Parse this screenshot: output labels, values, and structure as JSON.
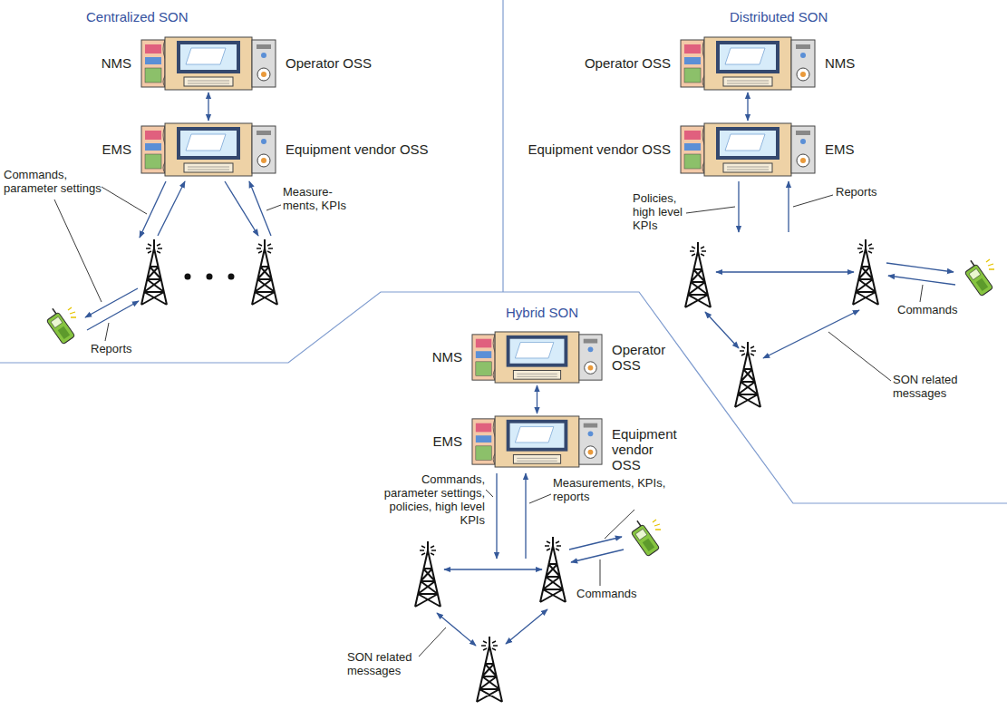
{
  "diagram": {
    "nodes": [
      {
        "text": [
          "Centralized SON"
        ]
      },
      {
        "text": [
          "NMS",
          "Operator OSS"
        ],
        "in": 0
      },
      {
        "text": [
          "EMS",
          "Equipment vendor OSS"
        ],
        "in": 0
      },
      {
        "text": [
          "Distributed SON"
        ]
      },
      {
        "text": [
          "Operator OSS",
          "NMS"
        ],
        "in": 3
      },
      {
        "text": [
          "Equipment vendor OSS",
          "EMS"
        ],
        "in": 3
      },
      {
        "text": [
          "Hybrid SON"
        ]
      },
      {
        "text": [
          "NMS",
          "Operator OSS"
        ],
        "in": 6
      },
      {
        "text": [
          "EMS",
          "Equipment vendor OSS"
        ],
        "in": 6
      }
    ],
    "edges": [
      {
        "from": 1,
        "to": 2,
        "arrow": "both"
      },
      {
        "from": 4,
        "to": 5,
        "arrow": "both"
      },
      {
        "from": 7,
        "to": 8,
        "arrow": "both"
      }
    ],
    "labels": [
      "Commands, parameter settings",
      "Measure- ments, KPIs",
      "Reports",
      "Policies, high level KPIs",
      "Reports",
      "Commands",
      "SON related messages",
      "Commands, parameter settings, policies, high level KPIs",
      "Measurements, KPIs, reports",
      "Commands",
      "SON related messages"
    ]
  }
}
